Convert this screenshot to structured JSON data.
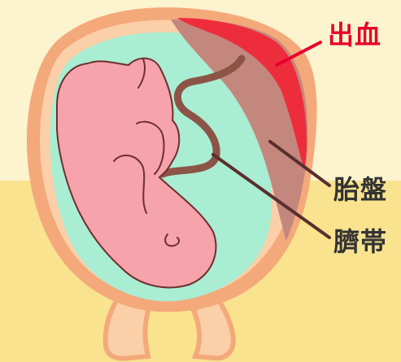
{
  "labels": {
    "bleeding": "出血",
    "placenta": "胎盤",
    "umbilical_cord": "臍帯"
  },
  "colors": {
    "background_top": "#FCF3CF",
    "background_bottom": "#F9E38F",
    "uterus_outer": "#F4A97B",
    "uterus_inner": "#FBCFA8",
    "amniotic_fluid": "#A9EDD2",
    "placenta": "#C4877E",
    "bleeding": "#EE2D3C",
    "fetus": "#F7A3AB",
    "fetus_outline": "#6E2F2F",
    "umbilical_cord": "#8C5447",
    "leader_line": "#5A2E2E",
    "bleeding_label": "#E6002D",
    "label_text": "#333333"
  }
}
